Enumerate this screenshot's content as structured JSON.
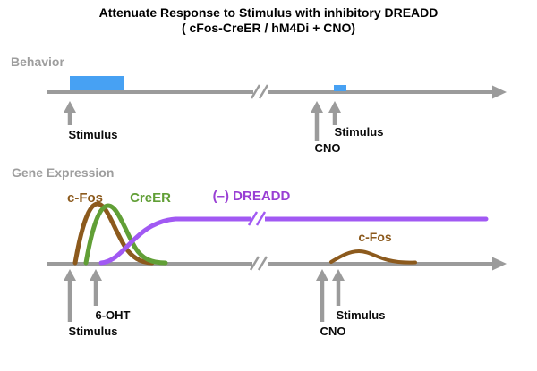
{
  "title": {
    "line1": "Attenuate Response to Stimulus with inhibitory DREADD",
    "line2": "( cFos-CreER / hM4Di + CNO)"
  },
  "colors": {
    "timeline_gray": "#9B9B9B",
    "section_label_gray": "#9E9E9E",
    "stimulus_blue": "#47A1F3",
    "cfos_brown": "#8C5A1D",
    "creer_green": "#619F36",
    "dreadd_purple": "#A159F3",
    "dreadd_label_purple": "#993FD4",
    "text_black": "#000000",
    "background": "#FFFFFF"
  },
  "behavior": {
    "section_label": "Behavior",
    "events": {
      "stimulus1": "Stimulus",
      "cno": "CNO",
      "stimulus2": "Stimulus"
    }
  },
  "gene_expression": {
    "section_label": "Gene Expression",
    "curve_labels": {
      "cfos": "c-Fos",
      "creer": "CreER",
      "dreadd": "(–) DREADD",
      "cfos_response": "c-Fos"
    },
    "events": {
      "stimulus1": "Stimulus",
      "six_oht": "6-OHT",
      "cno": "CNO",
      "stimulus2": "Stimulus"
    }
  }
}
